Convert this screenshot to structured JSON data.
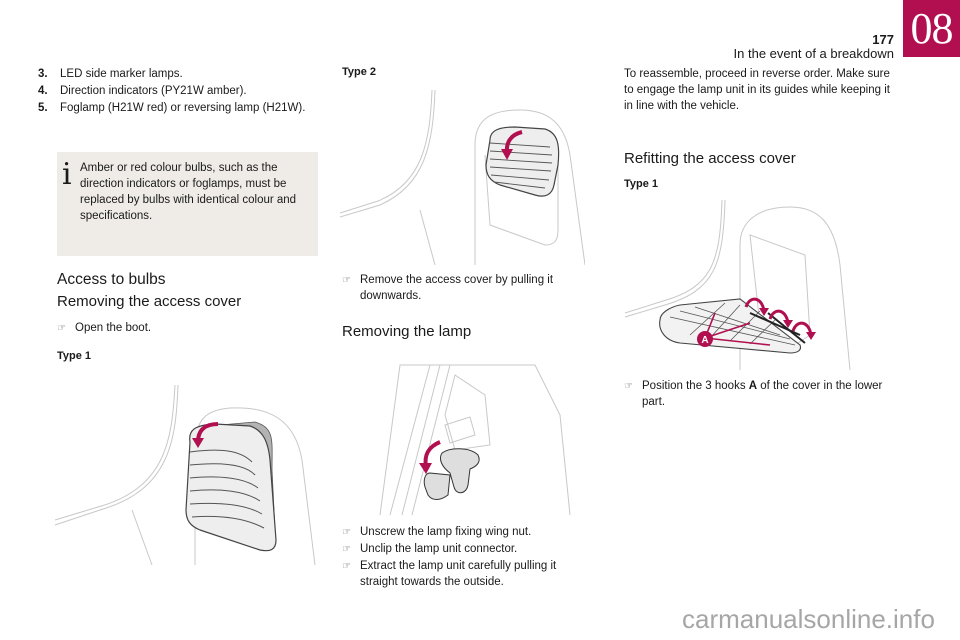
{
  "header": {
    "page_number": "177",
    "section_title": "In the event of a breakdown",
    "chapter": "08",
    "accent_color": "#b10f4f"
  },
  "column1": {
    "list": [
      {
        "num": "3.",
        "text": "LED side marker lamps."
      },
      {
        "num": "4.",
        "text": "Direction indicators (PY21W amber)."
      },
      {
        "num": "5.",
        "text": "Foglamp (H21W red) or reversing lamp (H21W)."
      }
    ],
    "info_icon": "info-icon",
    "info_text": "Amber or red colour bulbs, such as the direction indicators or foglamps, must be replaced by bulbs with identical colour and specifications.",
    "heading": "Access to bulbs",
    "subheading": "Removing the access cover",
    "step": "Open the boot.",
    "type_label": "Type 1",
    "figure": "access-cover-type1-illustration"
  },
  "column2": {
    "type_label": "Type 2",
    "figure_top": "access-cover-type2-illustration",
    "step_remove": "Remove the access cover by pulling it downwards.",
    "heading": "Removing the lamp",
    "figure_bottom": "lamp-wing-nut-illustration",
    "steps": [
      "Unscrew the lamp fixing wing nut.",
      "Unclip the lamp unit connector.",
      "Extract the lamp unit carefully pulling it straight towards the outside."
    ]
  },
  "column3": {
    "reassemble_text": "To reassemble, proceed in reverse order. Make sure to engage the lamp unit in its guides while keeping it in line with the vehicle.",
    "heading": "Refitting the access cover",
    "type_label": "Type 1",
    "figure": "refit-cover-hooks-illustration",
    "callout_label": "A",
    "step_prefix": "Position the 3 hooks ",
    "step_bold": "A",
    "step_suffix": " of the cover in the lower part."
  },
  "bullet_icon": "pointing-hand-icon",
  "watermark": "carmanualsonline.info"
}
